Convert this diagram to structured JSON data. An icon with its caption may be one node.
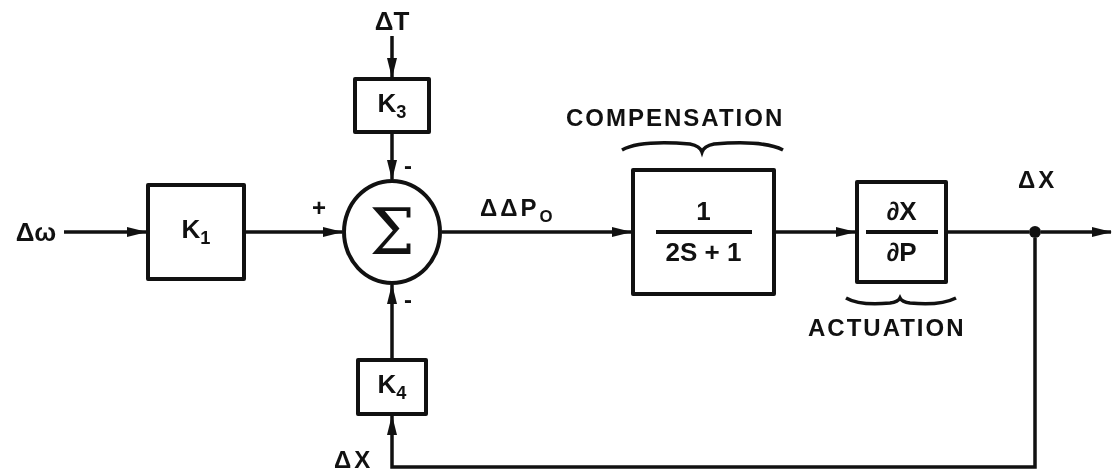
{
  "diagram": {
    "nodes": [
      {
        "text": [
          "Δω"
        ]
      },
      {
        "text": [
          "K$_{1}$"
        ]
      },
      {
        "text": [
          "ΔT"
        ]
      },
      {
        "text": [
          "K$_{3}$"
        ]
      },
      {
        "text": [
          "Σ"
        ]
      },
      {
        "text": [
          "1",
          "2S + 1"
        ],
        "beside": [
          "COMPENSATION"
        ]
      },
      {
        "text": [
          "∂X",
          "∂P"
        ],
        "beside": [
          "ACTUATION"
        ]
      },
      {
        "text": [],
        "shape": "circle",
        "beside": [
          "ΔX"
        ]
      },
      {
        "text": [
          "K$_{4}$"
        ]
      }
    ],
    "edges": [
      {
        "from": 0,
        "to": 1,
        "arrow": "to"
      },
      {
        "from": 1,
        "to": 4,
        "arrow": "to"
      },
      {
        "from": 2,
        "to": 3,
        "arrow": "to"
      },
      {
        "from": 3,
        "to": 4,
        "arrow": "to"
      },
      {
        "from": 8,
        "to": 4,
        "arrow": "to"
      },
      {
        "from": 4,
        "to": 5,
        "arrow": "to",
        "label": "ΔΔP$_{O}$"
      },
      {
        "from": 5,
        "to": 6,
        "arrow": "to"
      },
      {
        "from": 6,
        "to": 7,
        "arrow": "none"
      },
      {
        "from": 7,
        "to": null,
        "arrow": "to"
      },
      {
        "from": 7,
        "to": 8,
        "arrow": "to"
      }
    ],
    "labels": [
      "-",
      "+",
      "-",
      "ΔX"
    ]
  }
}
